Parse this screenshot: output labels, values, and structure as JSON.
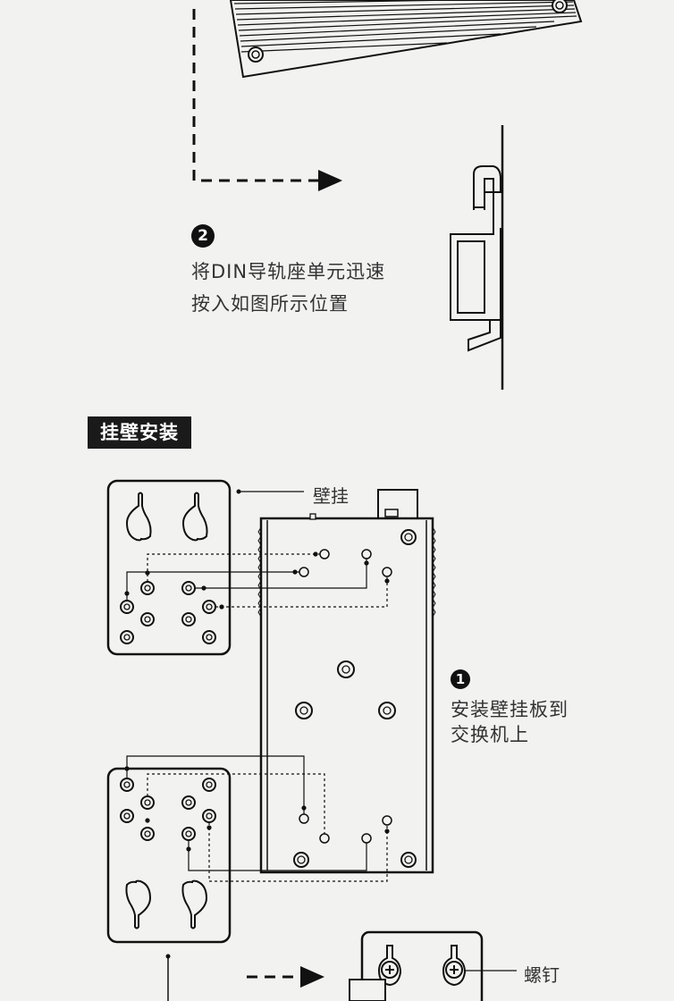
{
  "step2": {
    "badge": "2",
    "line1": "将DIN导轨座单元迅速",
    "line2": "按入如图所示位置"
  },
  "wall_mount": {
    "section_title": "挂壁安装",
    "bracket_label": "壁挂",
    "step1_badge": "1",
    "step1_line1": "安装壁挂板到",
    "step1_line2": "交换机上",
    "screw_label": "螺钉"
  }
}
